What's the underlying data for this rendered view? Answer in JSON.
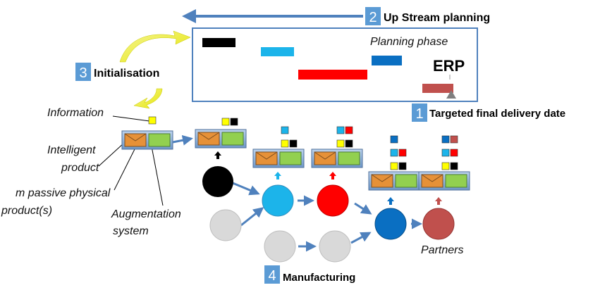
{
  "steps": {
    "upstream": {
      "number": "2",
      "label": "Up Stream planning"
    },
    "init": {
      "number": "3",
      "label": "Initialisation"
    },
    "targeted": {
      "number": "1",
      "label": "Targeted final delivery date"
    },
    "manufacturing": {
      "number": "4",
      "label": "Manufacturing"
    }
  },
  "planning": {
    "phase_label": "Planning phase",
    "erp_label": "ERP"
  },
  "labels": {
    "information": "Information",
    "intelligent_line1": "Intelligent",
    "intelligent_line2": "product",
    "passive_line1": "m passive physical",
    "passive_line2": "product(s)",
    "augmentation_line1": "Augmentation",
    "augmentation_line2": "system",
    "partners": "Partners"
  },
  "colors": {
    "arrow_blue": "#4f81bd",
    "number_box": "#5b9bd5",
    "black": "#000000",
    "sky": "#1cb4ea",
    "red": "#ff0000",
    "navy": "#0a6fc2",
    "brick": "#c0504d",
    "grey": "#d9d9d9",
    "yellow": "#ffff00",
    "green": "#92d050",
    "orange": "#e69138"
  }
}
